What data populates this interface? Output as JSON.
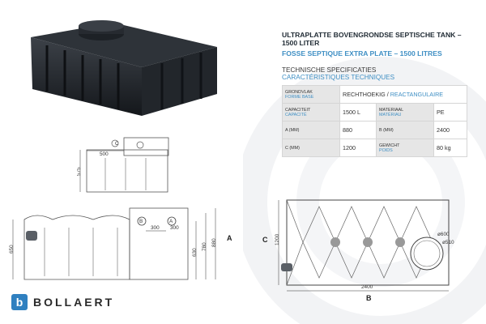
{
  "header": {
    "title": "ULTRAPLATTE BOVENGRONDSE SEPTISCHE TANK – 1500 LITER",
    "subtitle": "FOSSE SEPTIQUE EXTRA PLATE – 1500 LITRES"
  },
  "specs": {
    "heading_nl": "TECHNISCHE SPECIFICATIES",
    "heading_fr": "CARACTÉRISTIQUES TECHNIQUES",
    "rows": {
      "shape_label_nl": "GRONDVLAK",
      "shape_label_fr": "FORME BASE",
      "shape_value_nl": "RECHTHOEKIG /",
      "shape_value_fr": "REACTANGULAIRE",
      "capacity_label_nl": "CAPACITEIT",
      "capacity_label_fr": "CAPACITÉ",
      "capacity_value": "1500 L",
      "material_label_nl": "MATERIAAL",
      "material_label_fr": "MATÉRIAU",
      "material_value": "PE",
      "a_label": "A (mm)",
      "a_value": "880",
      "b_label": "B (mm)",
      "b_value": "2400",
      "c_label": "C (mm)",
      "c_value": "1200",
      "weight_label_nl": "GEWICHT",
      "weight_label_fr": "POIDS",
      "weight_value": "80 kg"
    }
  },
  "drawing_top": {
    "dim_500": "500",
    "dim_575": "575",
    "mark_c": "C"
  },
  "drawing_side": {
    "mark_b": "B",
    "mark_a": "A",
    "dim_300a": "300",
    "dim_300b": "300",
    "dim_630": "630",
    "dim_780": "780",
    "dim_880": "880",
    "dim_650": "650",
    "label_a": "A"
  },
  "drawing_plan": {
    "label_c": "C",
    "label_b": "B",
    "dim_1200": "1200",
    "dim_2400": "2400",
    "dim_o600": "ø600",
    "dim_o510": "ø510"
  },
  "brand": {
    "logo_letter": "b",
    "name": "BOLLAERT"
  }
}
